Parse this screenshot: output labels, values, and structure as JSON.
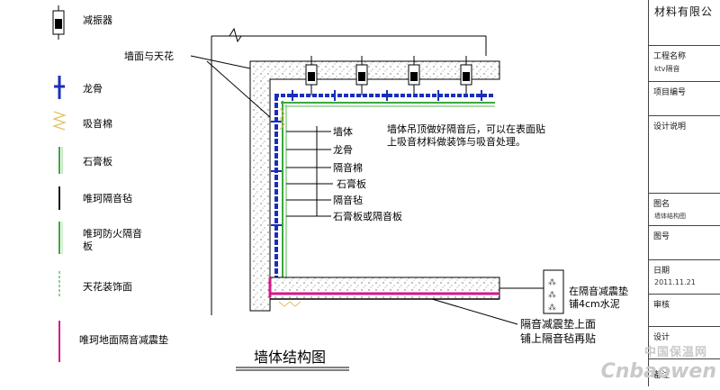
{
  "legend": [
    {
      "label": "减振器",
      "icon": "damper-icon"
    },
    {
      "label": "龙骨",
      "icon": "keel-icon"
    },
    {
      "label": "吸音棉",
      "icon": "sound-absorbing-cotton-icon"
    },
    {
      "label": "石膏板",
      "icon": "gypsum-board-icon"
    },
    {
      "label": "唯珂隔音毡",
      "icon": "sound-insulation-felt-icon"
    },
    {
      "label_line1": "唯珂防火隔音",
      "label_line2": "板",
      "icon": "fireproof-board-icon"
    },
    {
      "label": "天花装饰面",
      "icon": "ceiling-finish-icon"
    },
    {
      "label": "唯珂地面隔音减震垫",
      "icon": "floor-damping-pad-icon"
    }
  ],
  "diagram": {
    "top_label": "墙面与天花",
    "layers": [
      "墙体",
      "龙骨",
      "隔音棉",
      "石膏板",
      "隔音毡",
      "石膏板或隔音板"
    ],
    "note_line1": "墙体吊顶做好隔音后，可以在表面贴",
    "note_line2": "上吸音材料做装饰与吸音处理。",
    "right_note_line1": "在隔音减震垫",
    "right_note_line2": "铺4cm水泥",
    "bottom_note_line1": "隔音减震垫上面",
    "bottom_note_line2": "铺上隔音毡再贴",
    "title": "墙体结构图"
  },
  "title_block": {
    "company": "材料有限公",
    "project_name_label": "工程名称",
    "project_name_value": "ktv隔音",
    "project_no_label": "项目编号",
    "design_note_label": "设计说明",
    "drawing_name_label": "图名",
    "drawing_name_value": "墙体结构图",
    "drawing_no_label": "图号",
    "date_label": "日期",
    "date_value": "2011.11.21",
    "review_label": "审核",
    "design_label": "设计",
    "remark_label": "备注"
  },
  "watermark": {
    "line1": "中国保温网",
    "line2": "Cnbaowen"
  },
  "colors": {
    "keel": "#1a2fb8",
    "cotton": "#e0c060",
    "gypsum": "#3da83d",
    "felt": "#111111",
    "pad": "#d4188a",
    "finish": "#8fd08f"
  }
}
